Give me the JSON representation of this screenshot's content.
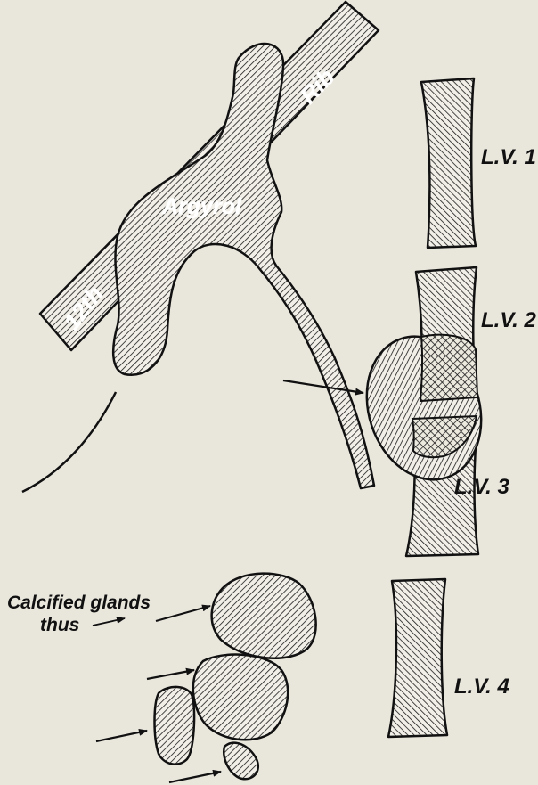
{
  "labels": {
    "rib": "Rib",
    "twelfth": "12th",
    "argyrol": "Argyrol",
    "lv1": "L.V. 1",
    "lv2": "L.V. 2",
    "lv3": "L.V. 3",
    "lv4": "L.V. 4",
    "calcified_line1": "Calcified glands",
    "calcified_line2": "thus"
  },
  "colors": {
    "paper": "#e9e6dc",
    "ink": "#1a1a1a"
  }
}
